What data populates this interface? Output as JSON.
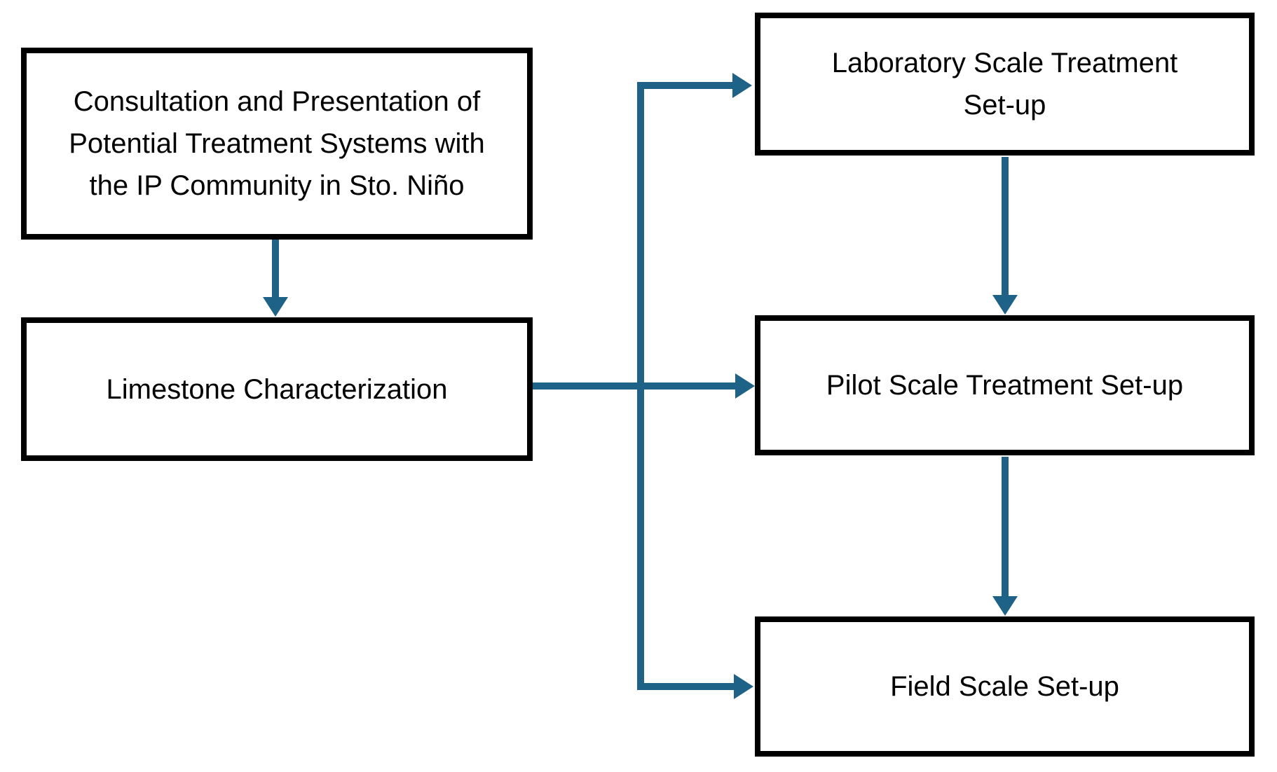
{
  "diagram": {
    "type": "flowchart",
    "background_color": "#FFFFFF",
    "box_fill_color": "#FFFFFF",
    "box_border_color": "#000000",
    "text_color": "#000000",
    "arrow_color": "#1E6387",
    "nodes": [
      {
        "id": "consultation",
        "label": "Consultation and Presentation of Potential Treatment Systems with the IP Community in Sto. Niño"
      },
      {
        "id": "limestone",
        "label": "Limestone Characterization"
      },
      {
        "id": "laboratory",
        "label": "Laboratory Scale Treatment Set-up"
      },
      {
        "id": "pilot",
        "label": "Pilot Scale Treatment Set-up"
      },
      {
        "id": "field",
        "label": "Field Scale Set-up"
      }
    ],
    "edges": [
      {
        "from": "consultation",
        "to": "limestone"
      },
      {
        "from": "limestone",
        "to": "laboratory"
      },
      {
        "from": "limestone",
        "to": "pilot"
      },
      {
        "from": "limestone",
        "to": "field"
      },
      {
        "from": "laboratory",
        "to": "pilot"
      },
      {
        "from": "pilot",
        "to": "field"
      }
    ]
  }
}
